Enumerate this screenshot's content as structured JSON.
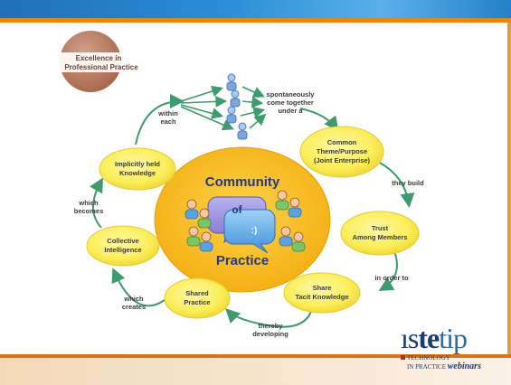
{
  "badge": {
    "line1": "Excellence in",
    "line2": "Professional Practice"
  },
  "center": {
    "line1": "Community",
    "line2": "of",
    "line3": "Practice"
  },
  "nodes": [
    {
      "line1": "Common",
      "line2": "Theme/Purpose",
      "line3": "(Joint Enterprise)"
    },
    {
      "line1": "Trust",
      "line2": "Among Members"
    },
    {
      "line1": "Share",
      "line2": "Tacit Knowledge"
    },
    {
      "line1": "Shared",
      "line2": "Practice"
    },
    {
      "line1": "Collective",
      "line2": "Intelligence"
    },
    {
      "line1": "Implicitly held",
      "line2": "Knowledge"
    }
  ],
  "links": {
    "within_each": {
      "line1": "within",
      "line2": "each"
    },
    "spontaneously": {
      "line1": "spontaneously",
      "line2": "come together",
      "line3": "under a"
    },
    "they_build": "they build",
    "in_order_to": "in order to",
    "thereby_developing": {
      "line1": "thereby",
      "line2": "developing"
    },
    "which_creates": {
      "line1": "which",
      "line2": "creates"
    },
    "which_becomes": {
      "line1": "which",
      "line2": "becomes"
    }
  },
  "logo": {
    "is": "ıs",
    "te": "te",
    "tip": "tip",
    "sub1": "TECHNOLOGY",
    "sub2": "IN PRACTICE",
    "sub3": "webinars"
  },
  "colors": {
    "node_fill": "#fcee5a",
    "center_fill": "#f8bc16",
    "arrow": "#3f9a6e",
    "top_bar": "#2480c8",
    "accent_orange": "#e8850f",
    "badge": "#b27656"
  }
}
